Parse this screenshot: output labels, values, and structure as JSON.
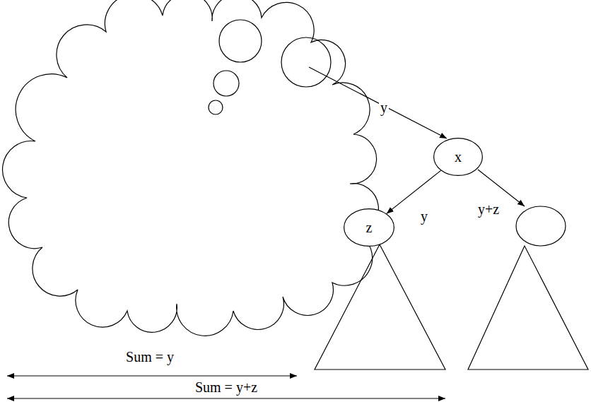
{
  "diagram": {
    "nodes": [
      {
        "text": [
          "x"
        ]
      },
      {
        "text": [
          "z"
        ]
      }
    ],
    "edges": [
      {
        "from": 0,
        "to": 1,
        "arrow": "to",
        "label": "y"
      }
    ],
    "labels": [
      "y",
      "y+z",
      "Sum = y",
      "Sum = y+z"
    ]
  }
}
